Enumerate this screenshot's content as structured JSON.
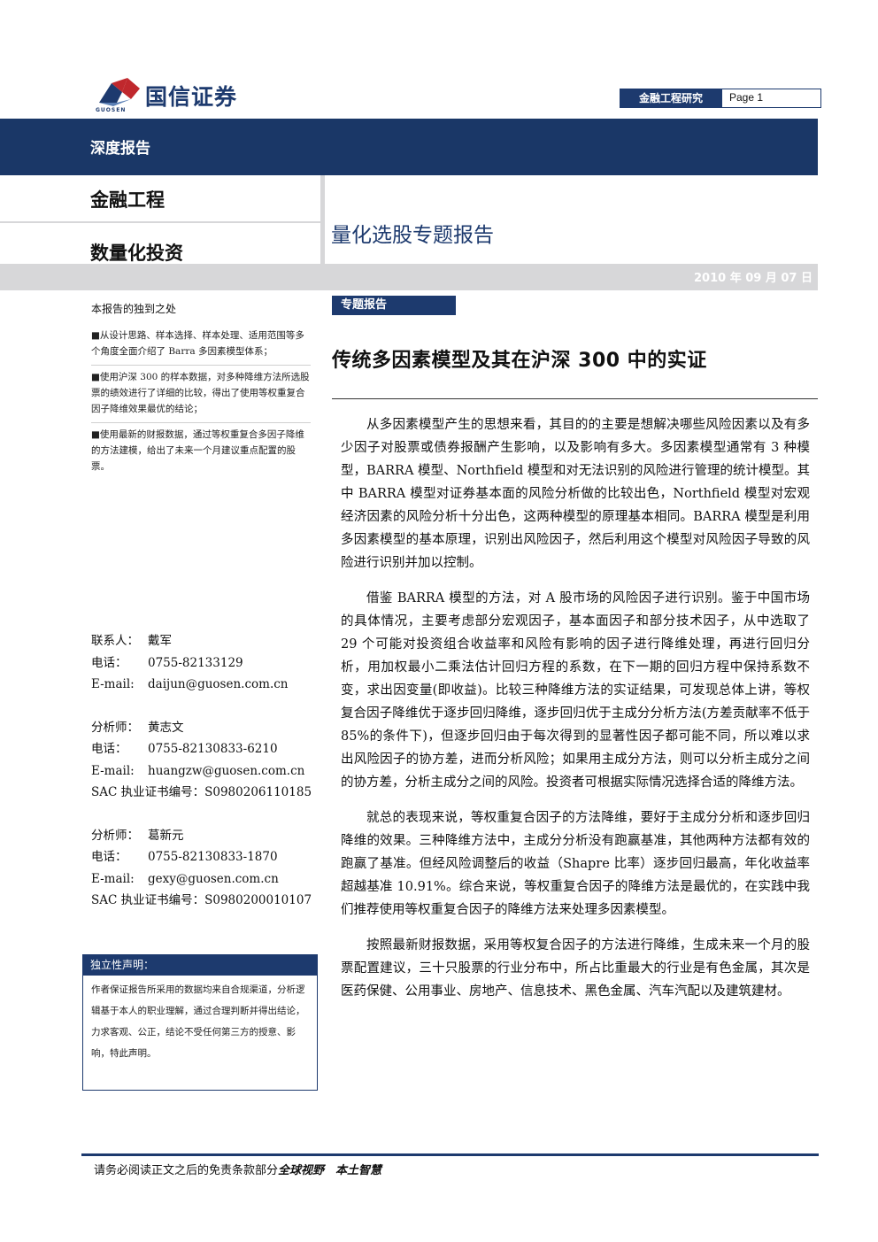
{
  "header": {
    "brand_name": "国信证券",
    "brand_sub": "GUOSEN",
    "department": "金融工程研究",
    "page_label": "Page 1"
  },
  "banner": {
    "report_type": "深度报告"
  },
  "sector": {
    "line1": "金融工程",
    "line2": "数量化投资",
    "subject": "量化选股专题报告"
  },
  "date": "2010 年 09 月 07 日",
  "sidebar": {
    "highlights_title": "本报告的独到之处",
    "highlights": [
      "■从设计思路、样本选择、样本处理、适用范围等多个角度全面介绍了 Barra 多因素模型体系；",
      "■使用沪深 300 的样本数据，对多种降维方法所选股票的绩效进行了详细的比较，得出了使用等权重复合因子降维效果最优的结论；",
      "■使用最新的财报数据，通过等权重复合多因子降维的方法建模，给出了未来一个月建议重点配置的股票。"
    ],
    "contacts": [
      [
        {
          "label": "联系人：",
          "value": "戴军"
        },
        {
          "label": "电话：",
          "value": "0755-82133129"
        },
        {
          "label": "E-mail:",
          "value": "daijun@guosen.com.cn"
        }
      ],
      [
        {
          "label": "分析师：",
          "value": "黄志文"
        },
        {
          "label": "电话：",
          "value": "0755-82130833-6210"
        },
        {
          "label": "E-mail:",
          "value": "huangzw@guosen.com.cn"
        },
        {
          "label": "SAC 执业证书编号：",
          "value": "S0980206110185"
        }
      ],
      [
        {
          "label": "分析师：",
          "value": "葛新元"
        },
        {
          "label": "电话：",
          "value": "0755-82130833-1870"
        },
        {
          "label": "E-mail:",
          "value": "gexy@guosen.com.cn"
        },
        {
          "label": "SAC 执业证书编号：",
          "value": "S0980200010107"
        }
      ]
    ],
    "independence_title": "独立性声明：",
    "independence_text": "作者保证报告所采用的数据均来自合规渠道，分析逻辑基于本人的职业理解，通过合理判断并得出结论，力求客观、公正，结论不受任何第三方的授意、影响，特此声明。"
  },
  "article": {
    "tag": "专题报告",
    "title": "传统多因素模型及其在沪深 300 中的实证",
    "paragraphs": [
      "从多因素模型产生的思想来看，其目的的主要是想解决哪些风险因素以及有多少因子对股票或债券报酬产生影响，以及影响有多大。多因素模型通常有 3 种模型，BARRA 模型、Northfield 模型和对无法识别的风险进行管理的统计模型。其中 BARRA 模型对证券基本面的风险分析做的比较出色，Northfield 模型对宏观经济因素的风险分析十分出色，这两种模型的原理基本相同。BARRA 模型是利用多因素模型的基本原理，识别出风险因子，然后利用这个模型对风险因子导致的风险进行识别并加以控制。",
      "借鉴 BARRA 模型的方法，对 A 股市场的风险因子进行识别。鉴于中国市场的具体情况，主要考虑部分宏观因子，基本面因子和部分技术因子，从中选取了 29 个可能对投资组合收益率和风险有影响的因子进行降维处理，再进行回归分析，用加权最小二乘法估计回归方程的系数，在下一期的回归方程中保持系数不变，求出因变量(即收益)。比较三种降维方法的实证结果，可发现总体上讲，等权复合因子降维优于逐步回归降维，逐步回归优于主成分分析方法(方差贡献率不低于 85%的条件下)，但逐步回归由于每次得到的显著性因子都可能不同，所以难以求出风险因子的协方差，进而分析风险；如果用主成分方法，则可以分析主成分之间的协方差，分析主成分之间的风险。投资者可根据实际情况选择合适的降维方法。",
      "就总的表现来说，等权重复合因子的方法降维，要好于主成分分析和逐步回归降维的效果。三种降维方法中，主成分分析没有跑赢基准，其他两种方法都有效的跑赢了基准。但经风险调整后的收益（Shapre 比率）逐步回归最高，年化收益率超越基准 10.91%。综合来说，等权重复合因子的降维方法是最优的，在实践中我们推荐使用等权重复合因子的降维方法来处理多因素模型。",
      "按照最新财报数据，采用等权复合因子的方法进行降维，生成未来一个月的股票配置建议，三十只股票的行业分布中，所占比重最大的行业是有色金属，其次是医药保健、公用事业、房地产、信息技术、黑色金属、汽车汽配以及建筑建材。"
    ]
  },
  "footer": {
    "disclaimer": "请务必阅读正文之后的免责条款部分",
    "slogan": "全球视野　本土智慧"
  },
  "colors": {
    "navy": "#1a3767",
    "gray": "#d7d7d9",
    "logo_red": "#c0282d"
  }
}
